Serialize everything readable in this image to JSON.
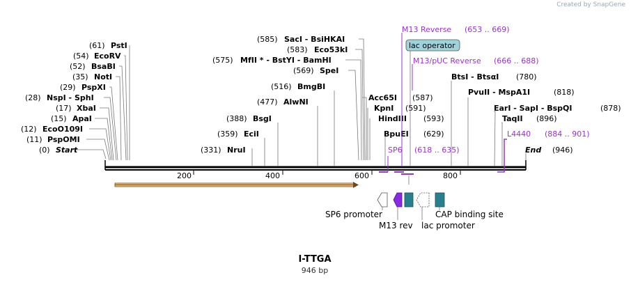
{
  "credit": "Created by SnapGene",
  "title": "I-TTGA",
  "subtitle": "946 bp",
  "ruler": [
    "200",
    "400",
    "600",
    "800"
  ],
  "sites": [
    {
      "name": "Start",
      "pos": "(0)"
    },
    {
      "name": "PspOMI",
      "pos": "(11)"
    },
    {
      "name": "EcoO109I",
      "pos": "(12)"
    },
    {
      "name": "ApaI",
      "pos": "(15)"
    },
    {
      "name": "XbaI",
      "pos": "(17)"
    },
    {
      "name": "NspI - SphI",
      "pos": "(28)"
    },
    {
      "name": "PspXI",
      "pos": "(29)"
    },
    {
      "name": "NotI",
      "pos": "(35)"
    },
    {
      "name": "BsaBI",
      "pos": "(52)"
    },
    {
      "name": "EcoRV",
      "pos": "(54)"
    },
    {
      "name": "PstI",
      "pos": "(61)"
    },
    {
      "name": "NruI",
      "pos": "(331)"
    },
    {
      "name": "EciI",
      "pos": "(359)"
    },
    {
      "name": "BsgI",
      "pos": "(388)"
    },
    {
      "name": "AlwNI",
      "pos": "(477)"
    },
    {
      "name": "BmgBI",
      "pos": "(516)"
    },
    {
      "name": "SpeI",
      "pos": "(569)"
    },
    {
      "name": "MfII * - BstYI - BamHI",
      "pos": "(575)"
    },
    {
      "name": "Eco53kI",
      "pos": "(583)"
    },
    {
      "name": "SacI - BsiHKAI",
      "pos": "(585)"
    },
    {
      "name": "Acc65I",
      "pos": "(587)"
    },
    {
      "name": "KpnI",
      "pos": "(591)"
    },
    {
      "name": "HindIII",
      "pos": "(593)"
    },
    {
      "name": "BpuEI",
      "pos": "(629)"
    },
    {
      "name": "BtsI - BtsαI",
      "pos": "(780)"
    },
    {
      "name": "PvuII - MspA1I",
      "pos": "(818)"
    },
    {
      "name": "EarI - SapI - BspQI",
      "pos": "(878)"
    },
    {
      "name": "TaqII",
      "pos": "(896)"
    },
    {
      "name": "End",
      "pos": "(946)"
    }
  ],
  "primers": [
    {
      "name": "M13 Reverse",
      "range": "(653 .. 669)"
    },
    {
      "name": "M13/pUC Reverse",
      "range": "(666 .. 688)"
    },
    {
      "name": "SP6",
      "range": "(618 .. 635)"
    },
    {
      "name": "L4440",
      "range": "(884 .. 901)"
    }
  ],
  "lac_operator": "lac operator",
  "features": {
    "sp6_promoter": "SP6 promoter",
    "m13_rev": "M13 rev",
    "lac_promoter": "lac promoter",
    "cap_site": "CAP binding site"
  },
  "colors": {
    "primer": "#9b2fd4",
    "orf_fill": "#f5c27a",
    "orf_stroke": "#6b4a1a",
    "cap": "#2a7f8f",
    "lac_op_fill": "#9fd3dc",
    "m13_arrow": "#8a2be2"
  }
}
